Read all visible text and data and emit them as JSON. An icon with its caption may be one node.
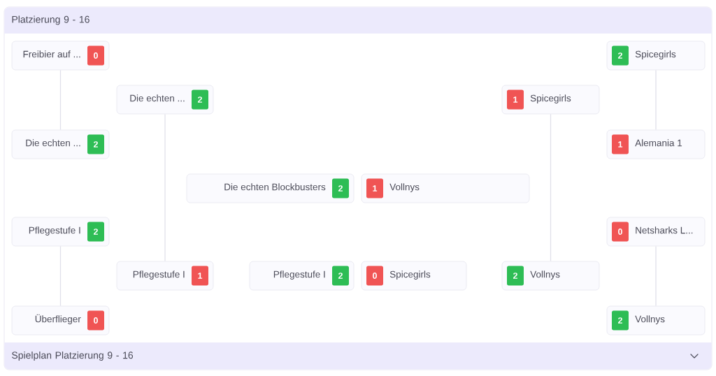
{
  "diagram": {
    "nodes": [
      {
        "text": [
          "Platzierung 9 - 16"
        ]
      },
      {
        "text": [
          "Freibier auf ...",
          "0"
        ]
      },
      {
        "text": [
          "2",
          "Spicegirls"
        ]
      },
      {
        "text": [
          "Die echten ...",
          "2"
        ]
      },
      {
        "text": [
          "1",
          "Spicegirls"
        ]
      },
      {
        "text": [
          "Die echten ...",
          "2"
        ]
      },
      {
        "text": [
          "1",
          "Alemania 1"
        ]
      },
      {
        "text": [
          "Die echten Blockbusters",
          "2"
        ]
      },
      {
        "text": [
          "1",
          "Vollnys"
        ]
      },
      {
        "text": [
          "Pflegestufe I",
          "2"
        ]
      },
      {
        "text": [
          "0",
          "Netsharks L..."
        ]
      },
      {
        "text": [
          "Pflegestufe I",
          "1"
        ]
      },
      {
        "text": [
          "Pflegestufe I",
          "2"
        ]
      },
      {
        "text": [
          "0",
          "Spicegirls"
        ]
      },
      {
        "text": [
          "2",
          "Vollnys"
        ]
      },
      {
        "text": [
          "Überflieger",
          "0"
        ]
      },
      {
        "text": [
          "2",
          "Vollnys"
        ]
      },
      {
        "text": [
          "Spielplan Platzierung 9 - 16"
        ]
      }
    ],
    "edges": [
      {
        "from": 1,
        "to": 5,
        "arrow": "none"
      },
      {
        "from": 2,
        "to": 6,
        "arrow": "none"
      },
      {
        "from": 3,
        "to": 11,
        "arrow": "none"
      },
      {
        "from": 4,
        "to": 14,
        "arrow": "none"
      },
      {
        "from": 9,
        "to": 15,
        "arrow": "none"
      },
      {
        "from": 10,
        "to": 16,
        "arrow": "none"
      }
    ]
  }
}
